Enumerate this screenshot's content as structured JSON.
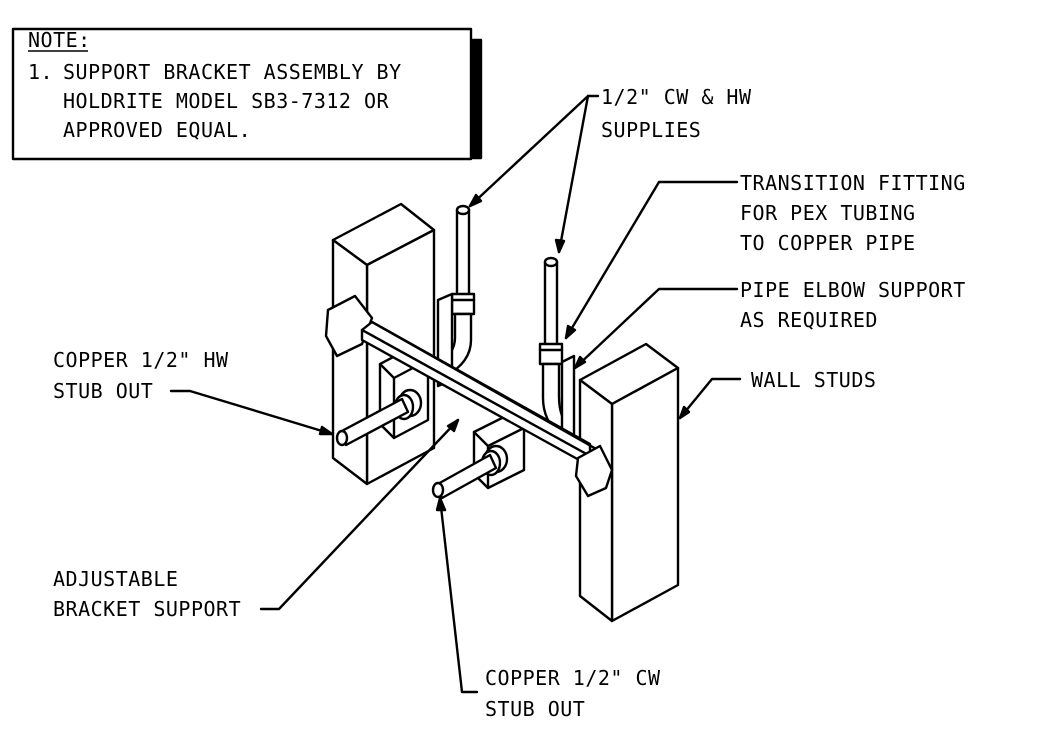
{
  "note": {
    "title": "NOTE:",
    "number": "1.",
    "lines": [
      "SUPPORT BRACKET ASSEMBLY BY",
      "HOLDRITE MODEL SB3-7312 OR",
      "APPROVED EQUAL."
    ]
  },
  "labels": {
    "supplies": [
      "1/2\" CW & HW",
      "SUPPLIES"
    ],
    "transition": [
      "TRANSITION FITTING",
      "FOR PEX TUBING",
      "TO COPPER PIPE"
    ],
    "elbow": [
      "PIPE ELBOW SUPPORT",
      "AS REQUIRED"
    ],
    "hw_stub": [
      "COPPER 1/2\" HW",
      "STUB OUT"
    ],
    "wall_studs": "WALL STUDS",
    "bracket": [
      "ADJUSTABLE",
      "BRACKET SUPPORT"
    ],
    "cw_stub": [
      "COPPER 1/2\" CW",
      "STUB OUT"
    ]
  }
}
